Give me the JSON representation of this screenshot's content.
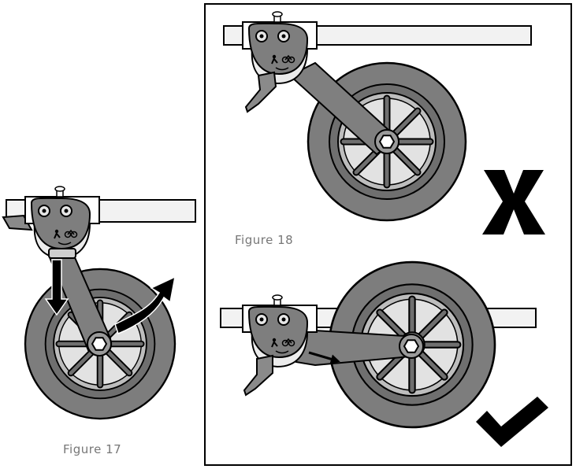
{
  "figures": [
    {
      "id": "17",
      "caption": "Figure 17"
    },
    {
      "id": "18",
      "caption": "Figure 18"
    }
  ],
  "marks": {
    "incorrect": "X",
    "correct": "checkmark-icon"
  },
  "colors": {
    "tire": "#7d7d7d",
    "rim": "#6f6f6f",
    "hub": "#bdbdbd",
    "bar": "#f2f2f2",
    "outline": "#000000",
    "caption": "#777777"
  }
}
